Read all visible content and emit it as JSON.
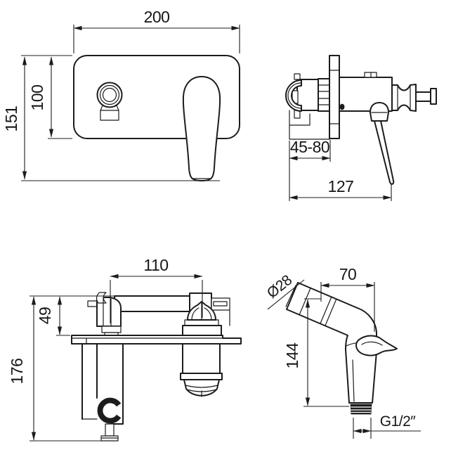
{
  "drawing": {
    "colors": {
      "line": "#1c1c1c",
      "background": "#ffffff"
    },
    "front_view": {
      "width": "200",
      "spout_drop": "100",
      "height": "151"
    },
    "side_view": {
      "wall_depth_range": "45-80",
      "total_depth": "127"
    },
    "deck_view": {
      "hose_spacing": "110",
      "above_deck_height": "49",
      "total_height": "176"
    },
    "sprayer_view": {
      "head_length": "70",
      "head_diameter": "Ø28",
      "body_height": "144",
      "thread_size": "G1/2″"
    }
  }
}
